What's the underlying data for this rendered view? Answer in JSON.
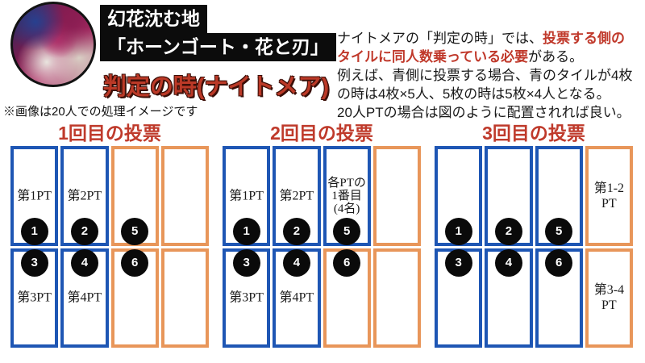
{
  "header": {
    "title_line1": "幻花沈む地",
    "title_line2": "「ホーンゴート・花と刃」",
    "subtitle": "判定の時(ナイトメア)",
    "note": "※画像は20人での処理イメージです"
  },
  "description": {
    "seg1": "ナイトメアの「判定の時」では、",
    "seg2_red": "投票する側の",
    "seg3_red": "タイルに同人数乗っている必要",
    "seg4": "がある。",
    "line2": "例えば、青側に投票する場合、青のタイルが4枚",
    "line3": "の時は4枚×5人、5枚の時は5枚×4人となる。",
    "line4": "20人PTの場合は図のように配置されれば良い。"
  },
  "colors": {
    "blue_tile": "#1e56b4",
    "orange_tile": "#e8965a",
    "heading_red": "#bf3a2b",
    "text_red": "#c0392b"
  },
  "diagrams": [
    {
      "title": "1回目の投票",
      "tiles": [
        {
          "color": "blue",
          "label": [
            "第1PT"
          ],
          "circle": "1",
          "circle_pos": "bottom"
        },
        {
          "color": "blue",
          "label": [
            "第2PT"
          ],
          "circle": "2",
          "circle_pos": "bottom"
        },
        {
          "color": "orange",
          "label": [],
          "circle": "5",
          "circle_pos": "bottom"
        },
        {
          "color": "orange",
          "label": [],
          "circle": null
        },
        {
          "color": "blue",
          "label": [
            "第3PT"
          ],
          "circle": "3",
          "circle_pos": "top"
        },
        {
          "color": "blue",
          "label": [
            "第4PT"
          ],
          "circle": "4",
          "circle_pos": "top"
        },
        {
          "color": "orange",
          "label": [],
          "circle": "6",
          "circle_pos": "top"
        },
        {
          "color": "orange",
          "label": [],
          "circle": null
        }
      ]
    },
    {
      "title": "2回目の投票",
      "tiles": [
        {
          "color": "blue",
          "label": [
            "第1PT"
          ],
          "circle": "1",
          "circle_pos": "bottom"
        },
        {
          "color": "blue",
          "label": [
            "第2PT"
          ],
          "circle": "2",
          "circle_pos": "bottom"
        },
        {
          "color": "blue",
          "label": [
            "各PTの",
            "1番目",
            "(4名)"
          ],
          "small_label": true,
          "circle": "5",
          "circle_pos": "bottom"
        },
        {
          "color": "orange",
          "label": [],
          "circle": null
        },
        {
          "color": "blue",
          "label": [
            "第3PT"
          ],
          "circle": "3",
          "circle_pos": "top"
        },
        {
          "color": "blue",
          "label": [
            "第4PT"
          ],
          "circle": "4",
          "circle_pos": "top"
        },
        {
          "color": "orange",
          "label": [],
          "circle": "6",
          "circle_pos": "top"
        },
        {
          "color": "orange",
          "label": [],
          "circle": null
        }
      ]
    },
    {
      "title": "3回目の投票",
      "tiles": [
        {
          "color": "blue",
          "label": [],
          "circle": "1",
          "circle_pos": "bottom"
        },
        {
          "color": "blue",
          "label": [],
          "circle": "2",
          "circle_pos": "bottom"
        },
        {
          "color": "blue",
          "label": [],
          "circle": "5",
          "circle_pos": "bottom"
        },
        {
          "color": "orange",
          "label": [
            "第1-2",
            "PT"
          ],
          "circle": null
        },
        {
          "color": "blue",
          "label": [],
          "circle": "3",
          "circle_pos": "top"
        },
        {
          "color": "blue",
          "label": [],
          "circle": "4",
          "circle_pos": "top"
        },
        {
          "color": "blue",
          "label": [],
          "circle": "6",
          "circle_pos": "top"
        },
        {
          "color": "orange",
          "label": [
            "第3-4",
            "PT"
          ],
          "circle": null
        }
      ]
    }
  ]
}
